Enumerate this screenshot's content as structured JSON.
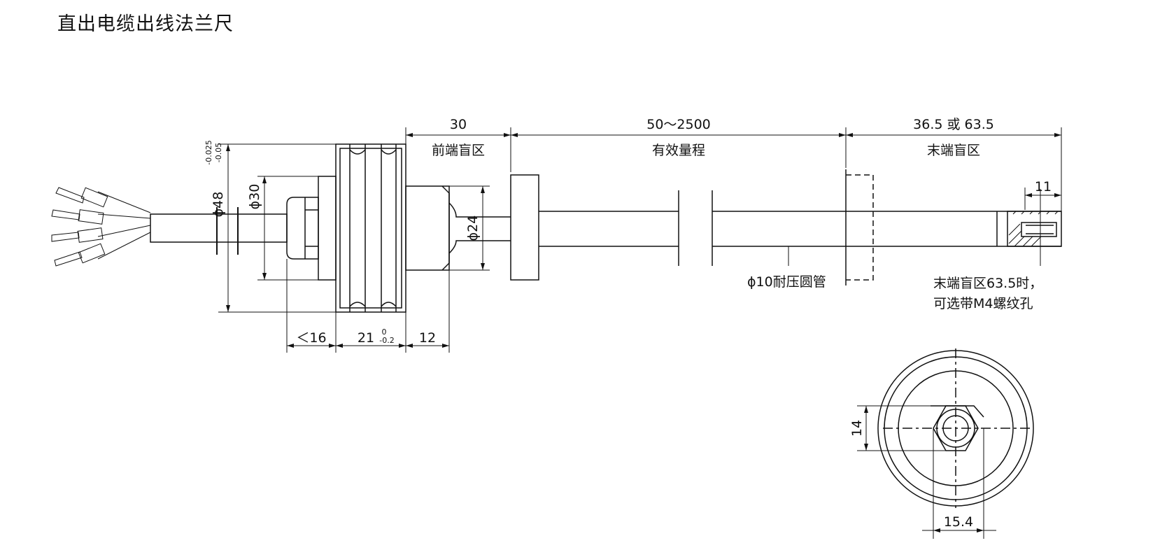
{
  "title": "直出电缆出线法兰尺",
  "dimensions": {
    "front_blind_len": "30",
    "front_blind_label": "前端盲区",
    "effective_range": "50～2500",
    "effective_range_label": "有效量程",
    "end_blind_len": "36.5 或 63.5",
    "end_blind_label": "末端盲区",
    "end_hole_depth": "11",
    "flange_dia": "ϕ48",
    "flange_dia_tol_upper": "-0.025",
    "flange_dia_tol_lower": "-0.05",
    "nut_dia": "ϕ30",
    "neck_dia": "ϕ24",
    "gland_len": "＜16",
    "flange_thk": "21",
    "flange_thk_tol_upper": "0",
    "flange_thk_tol_lower": "-0.2",
    "neck_len": "12",
    "hex_width": "14",
    "hex_across": "15.4"
  },
  "notes": {
    "tube": "ϕ10耐压圆管",
    "end_note_line1": "末端盲区63.5时，",
    "end_note_line2": "可选带M4螺纹孔"
  }
}
